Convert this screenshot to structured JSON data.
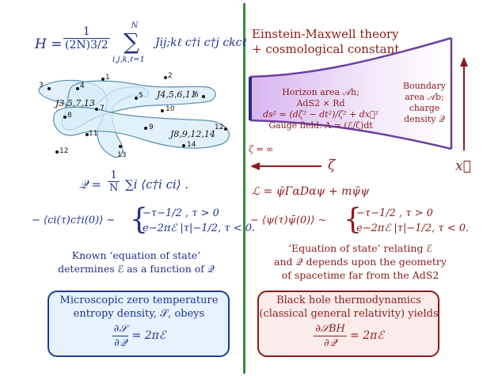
{
  "left": {
    "hamiltonian": {
      "lhs": "H =",
      "num": "1",
      "den": "(2N)3/2",
      "sum_top": "N",
      "sum_bottom": "i,j,k,ℓ=1",
      "summand": "Jij;kℓ c†i c†j ckcℓ"
    },
    "sites": [
      "1",
      "2",
      "3",
      "4",
      "5",
      "6",
      "7",
      "8",
      "9",
      "10",
      "11",
      "12",
      "12",
      "13",
      "14"
    ],
    "coupling_labels": [
      "J3,5,7,13",
      "J4,5,6,11",
      "J8,9,12,14"
    ],
    "charge_eq": {
      "lhs": "𝒬 =",
      "num": "1",
      "den": "N",
      "rhs": "∑i ⟨c†i ci⟩ ."
    },
    "green_eq": {
      "lhs": "− ⟨ci(τ)c†i(0)⟩ ∼",
      "row1": "−τ−1/2 , τ > 0",
      "row2": "e−2πℰ |τ|−1/2, τ < 0."
    },
    "caption": [
      "Known ‘equation of state’",
      "determines ℰ as a function of 𝒬"
    ],
    "box": {
      "lines": [
        "Microscopic zero temperature",
        "entropy density, 𝒮, obeys"
      ],
      "num": "∂𝒮",
      "den": "∂𝒬",
      "rhs": "= 2πℰ"
    }
  },
  "right": {
    "title": [
      "Einstein-Maxwell theory",
      "+ cosmological constant"
    ],
    "horizon_text": [
      "Horizon area 𝒜h;",
      "AdS2 × Rd",
      "ds² = (dζ² − dt²)/ζ² + dx⃗²",
      "Gauge field: A = (ℰ/ζ)dt"
    ],
    "boundary_text": [
      "Boundary",
      "area 𝒜b;",
      "charge",
      "density 𝒬"
    ],
    "zeta_inf": "ζ = ∞",
    "zeta": "ζ",
    "x_vec": "x⃗",
    "lagrangian": "ℒ = ψ̄ΓαDαψ + mψ̄ψ",
    "green_eq": {
      "lhs": "− ⟨ψ(τ)ψ̄(0)⟩ ∼",
      "row1": "−τ−1/2 , τ > 0",
      "row2": "e−2πℰ |τ|−1/2, τ < 0."
    },
    "caption": [
      "‘Equation of state’ relating ℰ",
      "and 𝒬 depends upon the geometry",
      "of spacetime far from the AdS2"
    ],
    "box": {
      "lines": [
        "Black hole thermodynamics",
        "(classical general relativity) yields"
      ],
      "num": "∂𝒮BH",
      "den": "∂𝒬",
      "rhs": "= 2πℰ"
    }
  },
  "colors": {
    "blue": "#1f2f8f",
    "red": "#8b1a1a",
    "divider": "#3a8a3a",
    "throat": "#6a3fa0",
    "bulk_fill": "#ecd8f6"
  }
}
